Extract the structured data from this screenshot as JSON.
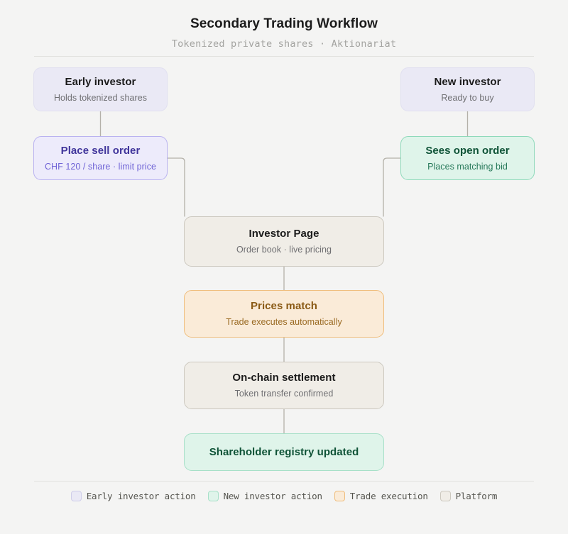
{
  "header": {
    "title": "Secondary Trading Workflow",
    "subtitle": "Tokenized private shares · Aktionariat"
  },
  "colors": {
    "background": "#f4f4f3",
    "divider": "#e2e2df",
    "connector": "#b4b1a9",
    "early_investor_fill": "#eae9f5",
    "early_investor_strong_fill": "#edebfb",
    "early_investor_strong_border": "#b9b2f0",
    "early_investor_strong_text": "#40359b",
    "new_investor_fill": "#dff4ea",
    "new_investor_border": "#8ed9ba",
    "new_investor_text": "#0f5337",
    "trade_fill": "#faebd8",
    "trade_border": "#efbd7c",
    "trade_text": "#8a5a15",
    "platform_fill": "#f0ede7",
    "platform_border": "#ccc8bf"
  },
  "nodes": [
    {
      "id": "early-investor",
      "title": "Early investor",
      "subtitle": "Holds tokenized shares",
      "kind": "early"
    },
    {
      "id": "place-sell-order",
      "title": "Place sell order",
      "subtitle": "CHF 120 / share · limit price",
      "kind": "early-strong"
    },
    {
      "id": "new-investor",
      "title": "New investor",
      "subtitle": "Ready to buy",
      "kind": "new"
    },
    {
      "id": "sees-open-order",
      "title": "Sees open order",
      "subtitle": "Places matching bid",
      "kind": "new-strong"
    },
    {
      "id": "investor-page",
      "title": "Investor Page",
      "subtitle": "Order book · live pricing",
      "kind": "platform"
    },
    {
      "id": "prices-match",
      "title": "Prices match",
      "subtitle": "Trade executes automatically",
      "kind": "trade"
    },
    {
      "id": "on-chain-settlement",
      "title": "On-chain settlement",
      "subtitle": "Token transfer confirmed",
      "kind": "platform"
    },
    {
      "id": "shareholder-registry-updated",
      "title": "Shareholder registry updated",
      "subtitle": "",
      "kind": "registry"
    }
  ],
  "legend": [
    {
      "label": "Early investor action",
      "color": "#eae9f5",
      "border": "#cfcde9"
    },
    {
      "label": "New investor action",
      "color": "#dff4ea",
      "border": "#a7e0c8"
    },
    {
      "label": "Trade execution",
      "color": "#faebd8",
      "border": "#efbd7c"
    },
    {
      "label": "Platform",
      "color": "#f0ede7",
      "border": "#ccc8bf"
    }
  ]
}
